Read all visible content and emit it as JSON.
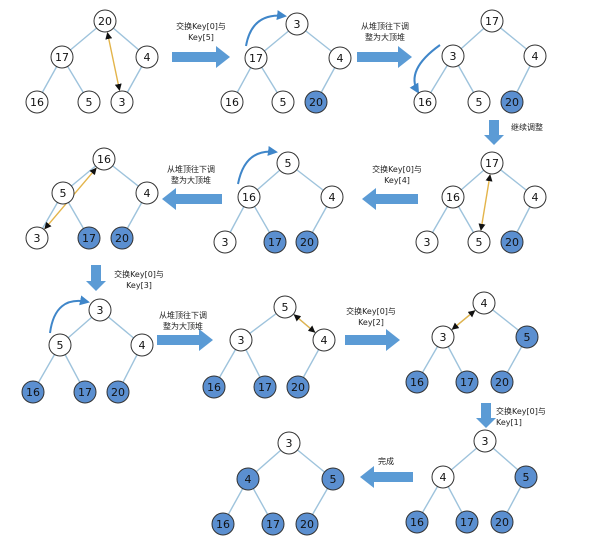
{
  "colors": {
    "node_fill_plain": "#ffffff",
    "node_fill_sorted": "#5b8fd0",
    "node_stroke": "#333333",
    "edge": "#9ec3dc",
    "block_arrow": "#5b9bd5",
    "swap_line": "#e3b44a",
    "curved_arrow": "#3f86c9",
    "ink": "#111111"
  },
  "trees": [
    {
      "id": "t1",
      "values": [
        20,
        17,
        4,
        16,
        5,
        3
      ],
      "sorted": [
        false,
        false,
        false,
        false,
        false,
        false
      ]
    },
    {
      "id": "t2",
      "values": [
        3,
        17,
        4,
        16,
        5,
        20
      ],
      "sorted": [
        false,
        false,
        false,
        false,
        false,
        true
      ]
    },
    {
      "id": "t3",
      "values": [
        17,
        3,
        4,
        16,
        5,
        20
      ],
      "sorted": [
        false,
        false,
        false,
        false,
        false,
        true
      ]
    },
    {
      "id": "t4",
      "values": [
        17,
        16,
        4,
        3,
        5,
        20
      ],
      "sorted": [
        false,
        false,
        false,
        false,
        false,
        true
      ]
    },
    {
      "id": "t5",
      "values": [
        5,
        16,
        4,
        3,
        17,
        20
      ],
      "sorted": [
        false,
        false,
        false,
        false,
        true,
        true
      ]
    },
    {
      "id": "t6",
      "values": [
        16,
        5,
        4,
        3,
        17,
        20
      ],
      "sorted": [
        false,
        false,
        false,
        false,
        true,
        true
      ]
    },
    {
      "id": "t7",
      "values": [
        3,
        5,
        4,
        16,
        17,
        20
      ],
      "sorted": [
        false,
        false,
        false,
        true,
        true,
        true
      ]
    },
    {
      "id": "t8",
      "values": [
        5,
        3,
        4,
        16,
        17,
        20
      ],
      "sorted": [
        false,
        false,
        false,
        true,
        true,
        true
      ]
    },
    {
      "id": "t9",
      "values": [
        4,
        3,
        5,
        16,
        17,
        20
      ],
      "sorted": [
        false,
        false,
        true,
        true,
        true,
        true
      ]
    },
    {
      "id": "t10",
      "values": [
        3,
        4,
        5,
        16,
        17,
        20
      ],
      "sorted": [
        false,
        false,
        true,
        true,
        true,
        true
      ]
    },
    {
      "id": "t11",
      "values": [
        3,
        4,
        5,
        16,
        17,
        20
      ],
      "sorted": [
        false,
        true,
        true,
        true,
        true,
        true
      ]
    }
  ],
  "captions": {
    "swap_key0_key5": [
      "交换Key[0]与",
      "Key[5]"
    ],
    "sift_down_1": [
      "从堆顶往下调",
      "整为大顶堆"
    ],
    "continue": [
      "继续调整"
    ],
    "swap_key0_key4": [
      "交换Key[0]与",
      "Key[4]"
    ],
    "sift_down_2": [
      "从堆顶往下调",
      "整为大顶堆"
    ],
    "swap_key0_key3": [
      "交换Key[0]与",
      "Key[3]"
    ],
    "sift_down_3": [
      "从堆顶往下调",
      "整为大顶堆"
    ],
    "swap_key0_key2": [
      "交换Key[0]与",
      "Key[2]"
    ],
    "swap_key0_key1": [
      "交换Key[0]与",
      "Key[1]"
    ],
    "done": [
      "完成"
    ]
  }
}
